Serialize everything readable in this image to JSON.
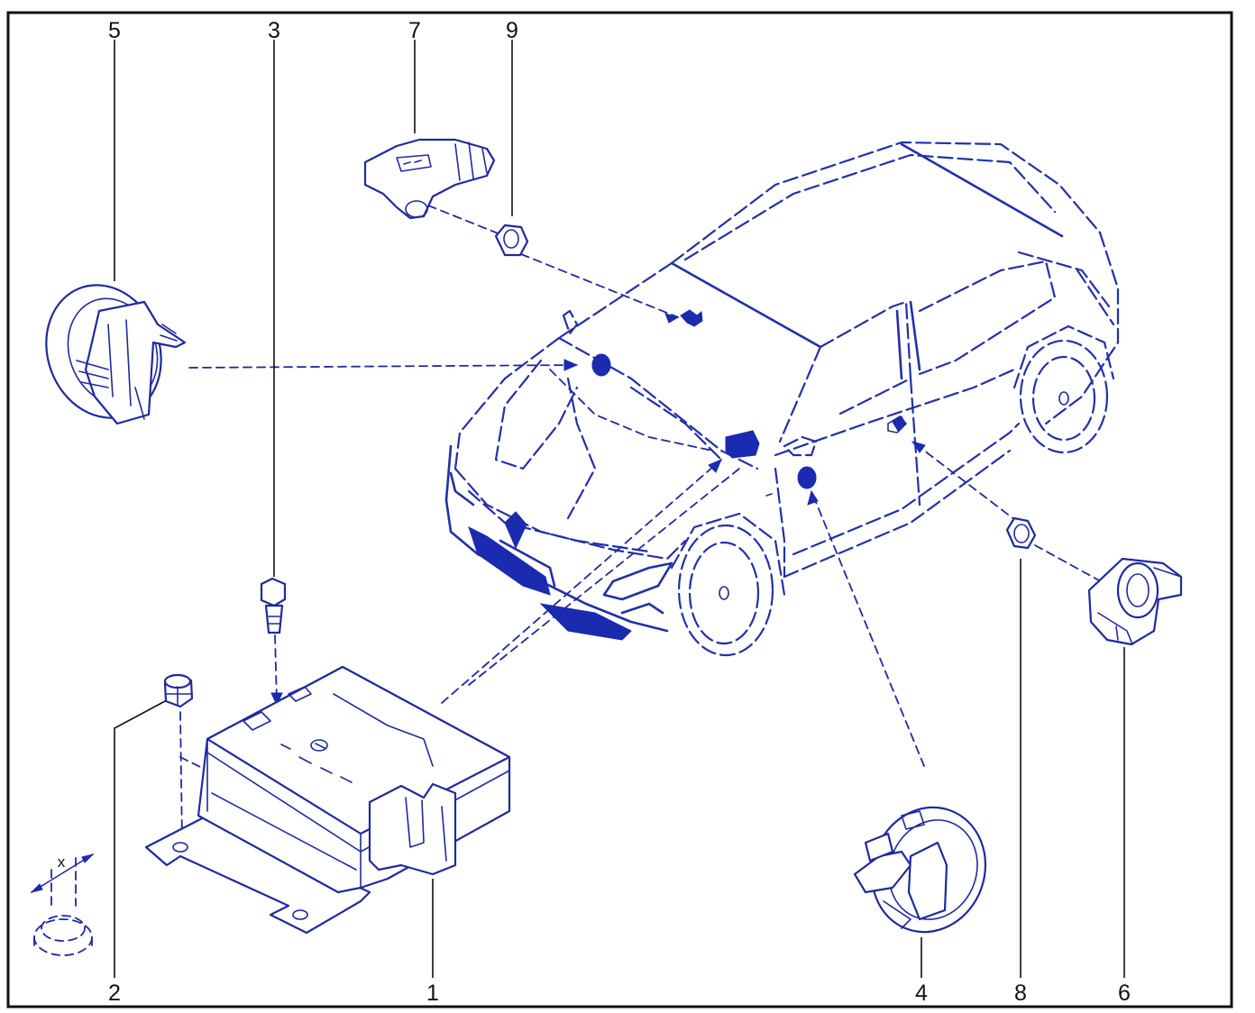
{
  "callouts": {
    "c1": "1",
    "c2": "2",
    "c3": "3",
    "c4": "4",
    "c5": "5",
    "c6": "6",
    "c7": "7",
    "c8": "8",
    "c9": "9"
  },
  "detail_label": "x",
  "colors": {
    "line": "#1f2a9e",
    "frame": "#111111",
    "fill": "#1a2bb0"
  }
}
